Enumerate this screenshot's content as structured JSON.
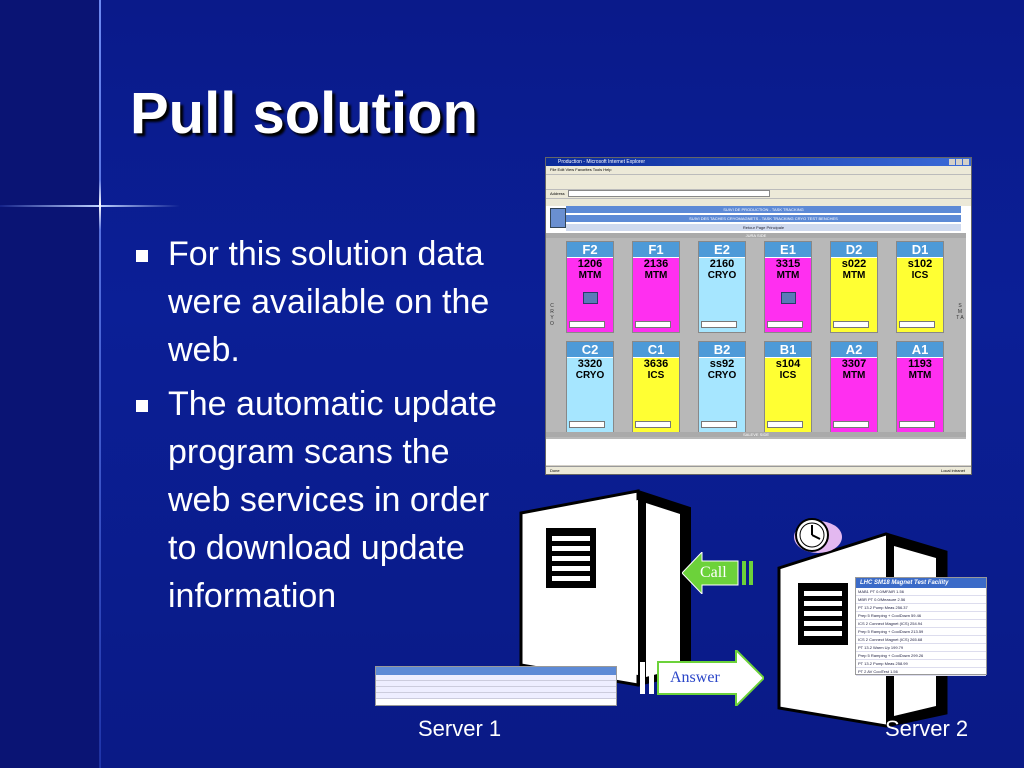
{
  "slide": {
    "title": "Pull solution",
    "bullets": [
      "For this solution data were available on the web.",
      "The automatic update program scans the web services in order to download update information"
    ]
  },
  "browser": {
    "window_title": "Production - Microsoft Internet Explorer",
    "menu": "File  Edit  View  Favorites  Tools  Help",
    "address_label": "Address",
    "header_line1": "SUIVI DE PRODUCTION - TASK TRACKING",
    "header_line2": "SUIVI DES TACHES CRYOMAGNETS - TASK TRACKING CRYO TEST BENCHES",
    "header_line3": "Retour Page Principale",
    "grid_top_label": "JURA SIDE",
    "grid_bottom_label": "SALEVE SIDE",
    "side_left": "C R Y O",
    "side_right": "S M T A",
    "status": "Done",
    "status_right": "Local intranet",
    "benches_top": [
      {
        "code": "F2",
        "number": "1206",
        "type": "MTM",
        "color": "magenta",
        "has_icon": true
      },
      {
        "code": "F1",
        "number": "2136",
        "type": "MTM",
        "color": "magenta",
        "has_icon": false
      },
      {
        "code": "E2",
        "number": "2160",
        "type": "CRYO",
        "color": "cyan",
        "has_icon": false
      },
      {
        "code": "E1",
        "number": "3315",
        "type": "MTM",
        "color": "magenta",
        "has_icon": true
      },
      {
        "code": "D2",
        "number": "s022",
        "type": "MTM",
        "color": "yellow",
        "has_icon": false
      },
      {
        "code": "D1",
        "number": "s102",
        "type": "ICS",
        "color": "yellow",
        "has_icon": false
      }
    ],
    "benches_bottom": [
      {
        "code": "C2",
        "number": "3320",
        "type": "CRYO",
        "color": "cyan",
        "has_icon": false
      },
      {
        "code": "C1",
        "number": "3636",
        "type": "ICS",
        "color": "yellow",
        "has_icon": false
      },
      {
        "code": "B2",
        "number": "ss92",
        "type": "CRYO",
        "color": "cyan",
        "has_icon": false
      },
      {
        "code": "B1",
        "number": "s104",
        "type": "ICS",
        "color": "yellow",
        "has_icon": false
      },
      {
        "code": "A2",
        "number": "3307",
        "type": "MTM",
        "color": "magenta",
        "has_icon": false
      },
      {
        "code": "A1",
        "number": "1193",
        "type": "MTM",
        "color": "magenta",
        "has_icon": false
      }
    ]
  },
  "diagram": {
    "server1_label": "Server 1",
    "server2_label": "Server 2",
    "call_label": "Call",
    "answer_label": "Answer",
    "screen2_title": "LHC SM18 Magnet Test Facility",
    "screen2_rows": [
      "MAB1 PT 0.0/MFAIR 1.56",
      "MBR PT 0.0/Measure 2.56",
      "PT 13.2 Pump Meas 256.37",
      "Prep 5 Ramping + CoolDown 59.46",
      "ICS 2 Connect Magnet (ICS) 254.94",
      "Prep 5 Ramping + CoolDown 213.59",
      "ICS 2 Connect Magnet (ICS) 265.68",
      "PT 13.2 Warm Up 199.79",
      "Prep 5 Ramping + CoolDown 299.26",
      "PT 13.2 Pump Meas 258.99",
      "PT 2 AV CoolTest 1.56"
    ]
  },
  "colors": {
    "background": "#0b1f96",
    "magenta": "#ff2ff0",
    "cyan": "#a6e6ff",
    "yellow": "#ffff33",
    "arrow_green": "#6cd23a",
    "code_blue": "#4d9ad8"
  }
}
